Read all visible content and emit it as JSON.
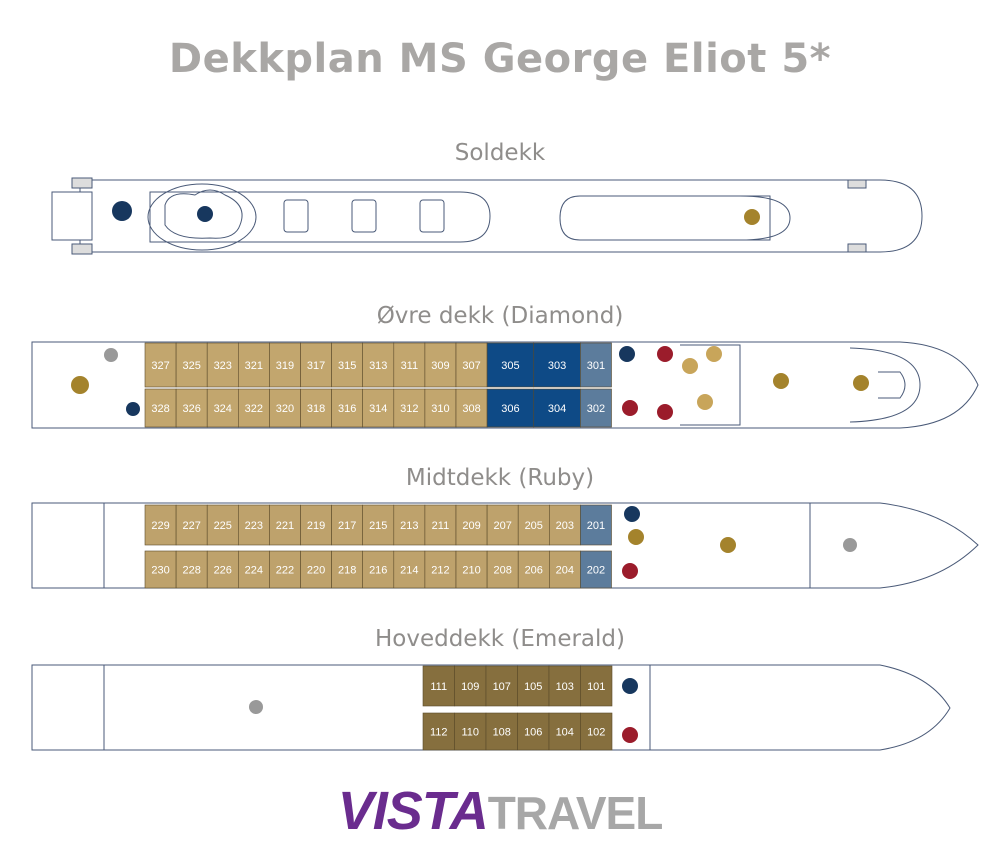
{
  "title": "Dekkplan MS George Eliot 5*",
  "colors": {
    "gold": "#c2a66e",
    "ruby": "#bea26c",
    "emerald": "#866f3e",
    "diamond_blue": "#0e4a86",
    "blue_grey": "#5c7c9c",
    "outline": "#4a5a78",
    "icon_gold": "#a4832c",
    "icon_red": "#9b1c2b",
    "icon_navy": "#17375e"
  },
  "decks": [
    {
      "name": "Soldekk",
      "cabins": []
    },
    {
      "name": "Øvre dekk (Diamond)",
      "top": [
        {
          "n": "327",
          "c": "gold"
        },
        {
          "n": "325",
          "c": "gold"
        },
        {
          "n": "323",
          "c": "gold"
        },
        {
          "n": "321",
          "c": "gold"
        },
        {
          "n": "319",
          "c": "gold"
        },
        {
          "n": "317",
          "c": "gold"
        },
        {
          "n": "315",
          "c": "gold"
        },
        {
          "n": "313",
          "c": "gold"
        },
        {
          "n": "311",
          "c": "gold"
        },
        {
          "n": "309",
          "c": "gold"
        },
        {
          "n": "307",
          "c": "gold"
        },
        {
          "n": "305",
          "c": "diamond_blue",
          "w": 1.5
        },
        {
          "n": "303",
          "c": "diamond_blue",
          "w": 1.5
        },
        {
          "n": "301",
          "c": "blue_grey"
        }
      ],
      "bottom": [
        {
          "n": "328",
          "c": "gold"
        },
        {
          "n": "326",
          "c": "gold"
        },
        {
          "n": "324",
          "c": "gold"
        },
        {
          "n": "322",
          "c": "gold"
        },
        {
          "n": "320",
          "c": "gold"
        },
        {
          "n": "318",
          "c": "gold"
        },
        {
          "n": "316",
          "c": "gold"
        },
        {
          "n": "314",
          "c": "gold"
        },
        {
          "n": "312",
          "c": "gold"
        },
        {
          "n": "310",
          "c": "gold"
        },
        {
          "n": "308",
          "c": "gold"
        },
        {
          "n": "306",
          "c": "diamond_blue",
          "w": 1.5
        },
        {
          "n": "304",
          "c": "diamond_blue",
          "w": 1.5
        },
        {
          "n": "302",
          "c": "blue_grey"
        }
      ]
    },
    {
      "name": "Midtdekk (Ruby)",
      "top": [
        {
          "n": "229",
          "c": "ruby"
        },
        {
          "n": "227",
          "c": "ruby"
        },
        {
          "n": "225",
          "c": "ruby"
        },
        {
          "n": "223",
          "c": "ruby"
        },
        {
          "n": "221",
          "c": "ruby"
        },
        {
          "n": "219",
          "c": "ruby"
        },
        {
          "n": "217",
          "c": "ruby"
        },
        {
          "n": "215",
          "c": "ruby"
        },
        {
          "n": "213",
          "c": "ruby"
        },
        {
          "n": "211",
          "c": "ruby"
        },
        {
          "n": "209",
          "c": "ruby"
        },
        {
          "n": "207",
          "c": "ruby"
        },
        {
          "n": "205",
          "c": "ruby"
        },
        {
          "n": "203",
          "c": "ruby"
        },
        {
          "n": "201",
          "c": "blue_grey"
        }
      ],
      "bottom": [
        {
          "n": "230",
          "c": "ruby"
        },
        {
          "n": "228",
          "c": "ruby"
        },
        {
          "n": "226",
          "c": "ruby"
        },
        {
          "n": "224",
          "c": "ruby"
        },
        {
          "n": "222",
          "c": "ruby"
        },
        {
          "n": "220",
          "c": "ruby"
        },
        {
          "n": "218",
          "c": "ruby"
        },
        {
          "n": "216",
          "c": "ruby"
        },
        {
          "n": "214",
          "c": "ruby"
        },
        {
          "n": "212",
          "c": "ruby"
        },
        {
          "n": "210",
          "c": "ruby"
        },
        {
          "n": "208",
          "c": "ruby"
        },
        {
          "n": "206",
          "c": "ruby"
        },
        {
          "n": "204",
          "c": "ruby"
        },
        {
          "n": "202",
          "c": "blue_grey"
        }
      ]
    },
    {
      "name": "Hoveddekk (Emerald)",
      "top": [
        {
          "n": "111",
          "c": "emerald"
        },
        {
          "n": "109",
          "c": "emerald"
        },
        {
          "n": "107",
          "c": "emerald"
        },
        {
          "n": "105",
          "c": "emerald"
        },
        {
          "n": "103",
          "c": "emerald"
        },
        {
          "n": "101",
          "c": "emerald"
        }
      ],
      "bottom": [
        {
          "n": "112",
          "c": "emerald"
        },
        {
          "n": "110",
          "c": "emerald"
        },
        {
          "n": "108",
          "c": "emerald"
        },
        {
          "n": "106",
          "c": "emerald"
        },
        {
          "n": "104",
          "c": "emerald"
        },
        {
          "n": "102",
          "c": "emerald"
        }
      ]
    }
  ],
  "icons": [
    "spa-icon",
    "pool-icon",
    "helm-icon",
    "restaurant-icon",
    "chef-icon",
    "restroom-icon",
    "library-icon",
    "exit-icon",
    "elevator-icon",
    "info-icon",
    "shop-icon",
    "reception-icon",
    "lounge-icon",
    "bar-icon",
    "coffee-icon",
    "dining-icon",
    "laundry-icon",
    "hairdresser-icon"
  ],
  "logo": {
    "part1": "VISTA",
    "part2": "TRAVEL"
  }
}
